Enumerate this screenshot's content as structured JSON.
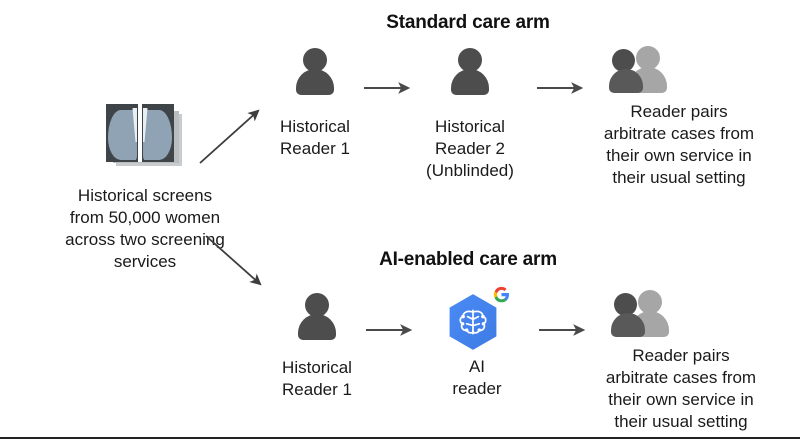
{
  "figure": {
    "type": "study-design-flow-diagram",
    "background_color": "#ffffff",
    "source_node": {
      "icon": "mammogram-screens-icon",
      "caption": "Historical screens\nfrom 50,000 women\nacross two screening\nservices"
    },
    "arms": [
      {
        "id": "standard-care-arm",
        "title": "Standard care arm",
        "steps": [
          {
            "icon": "person-single-icon",
            "caption": "Historical\nReader 1"
          },
          {
            "icon": "person-single-icon",
            "caption": "Historical\nReader 2\n(Unblinded)"
          },
          {
            "icon": "person-pair-icon",
            "caption": "Reader pairs\narbitrate cases from\ntheir own service in\ntheir usual setting"
          }
        ]
      },
      {
        "id": "ai-enabled-care-arm",
        "title": "AI-enabled care arm",
        "steps": [
          {
            "icon": "person-single-icon",
            "caption": "Historical\nReader 1"
          },
          {
            "icon": "ai-brain-hexagon-icon",
            "caption": "AI\nreader"
          },
          {
            "icon": "person-pair-icon",
            "caption": "Reader pairs\narbitrate cases from\ntheir own service in\ntheir usual setting"
          }
        ]
      }
    ],
    "connectors": {
      "branch_up": "diagonal-arrow-up-right",
      "branch_down": "diagonal-arrow-down-right",
      "step_arrow": "arrow-right"
    },
    "colors": {
      "person_dark": "#4d4d4d",
      "person_light": "#a6a6a6",
      "ai_hex_blue": "#4285f4",
      "mammo_panel": "#3f4448",
      "mammo_tissue": "#8fa3b5",
      "text": "#1a1a1a",
      "rule": "#222222"
    },
    "bottom_rule": true
  }
}
